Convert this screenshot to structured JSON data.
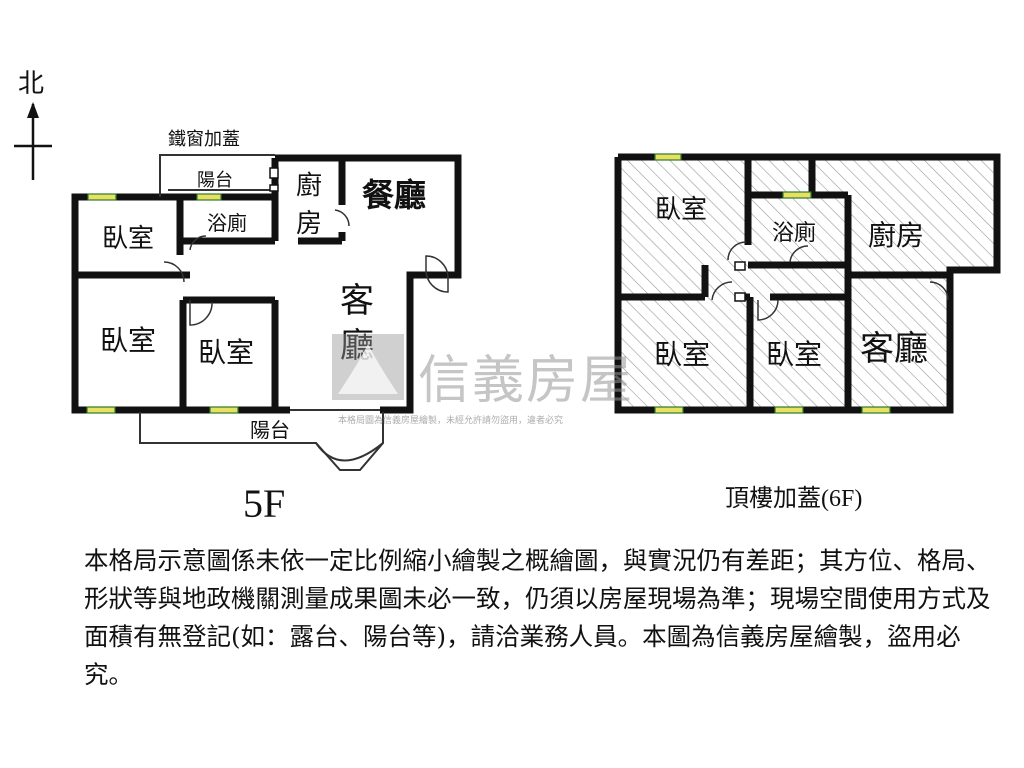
{
  "compass": {
    "label": "北"
  },
  "floor5": {
    "label": "5F",
    "rooms": {
      "bedroom_top": "臥室",
      "bathroom": "浴廁",
      "kitchen_1": "廚",
      "kitchen_2": "房",
      "dining": "餐廳",
      "living_1": "客",
      "living_2": "廳",
      "bedroom_left": "臥室",
      "bedroom_mid": "臥室",
      "balcony_top": "陽台",
      "balcony_bottom": "陽台",
      "iron_window": "鐵窗加蓋"
    }
  },
  "floor6": {
    "label": "頂樓加蓋(6F)",
    "rooms": {
      "bedroom_top": "臥室",
      "bathroom": "浴廁",
      "kitchen": "廚房",
      "bedroom_left": "臥室",
      "bedroom_mid": "臥室",
      "living": "客廳"
    }
  },
  "watermark": {
    "brand": "信義房屋",
    "notice": "本格局圖為信義房屋繪製，未經允許請勿盜用，違者必究"
  },
  "disclaimer": "本格局示意圖係未依一定比例縮小繪製之概繪圖，與實況仍有差距；其方位、格局、形狀等與地政機關測量成果圖未必一致，仍須以房屋現場為準；現場空間使用方式及面積有無登記(如：露台、陽台等)，請洽業務人員。本圖為信義房屋繪製，盜用必究。",
  "colors": {
    "wall": "#111111",
    "window": "#e8e060",
    "window_border": "#2f7a2f",
    "hatch": "#9a9a9a"
  }
}
